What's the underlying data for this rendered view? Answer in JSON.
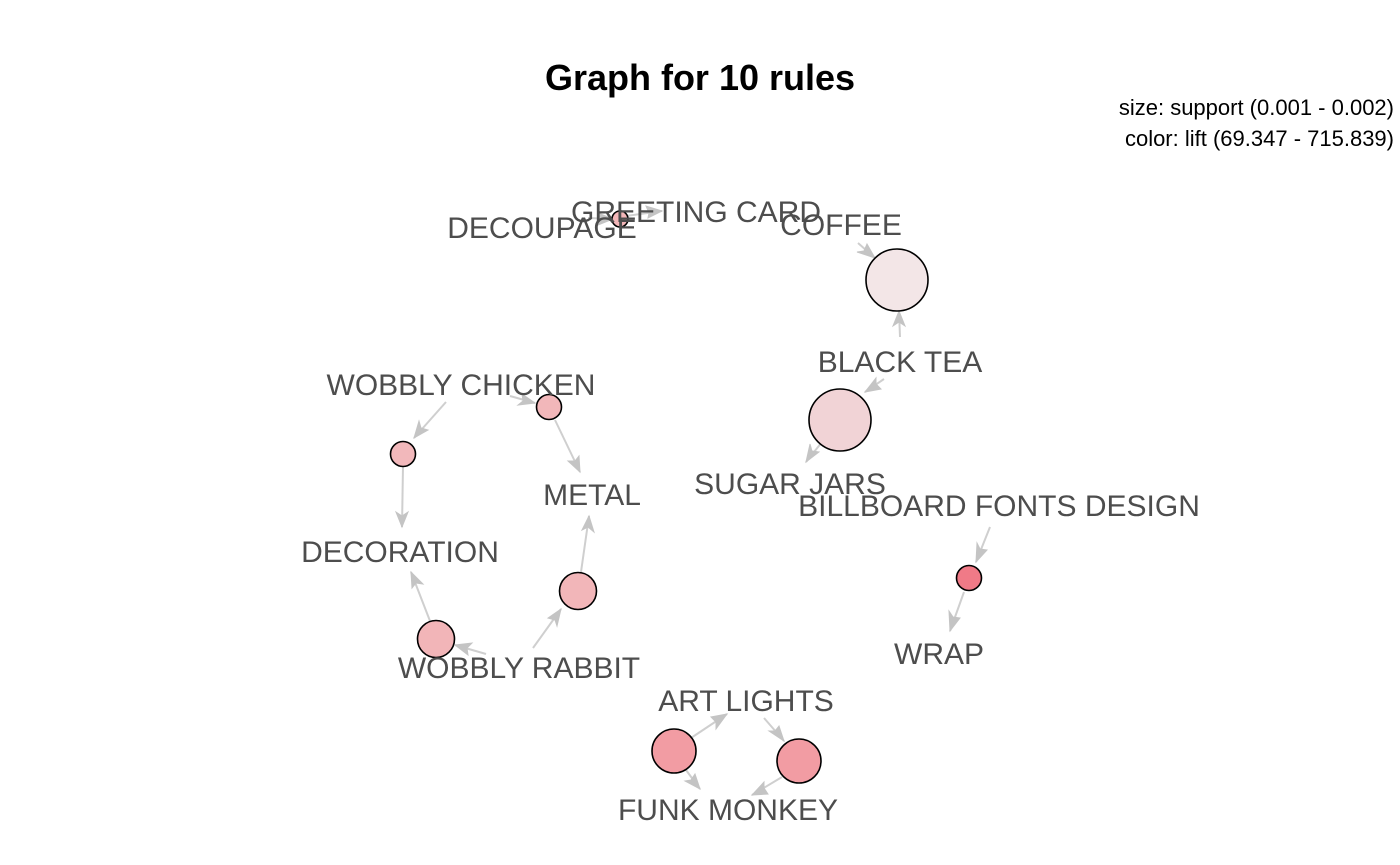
{
  "title": "Graph for 10 rules",
  "legend": {
    "size": "size: support (0.001 - 0.002)",
    "color": "color: lift (69.347 - 715.839)"
  },
  "items": {
    "greeting_card": "GREETING CARD",
    "decoupage": "DECOUPAGE",
    "coffee": "COFFEE",
    "black_tea": "BLACK TEA",
    "sugar_jars": "SUGAR JARS",
    "wobbly_chicken": "WOBBLY CHICKEN",
    "metal": "METAL",
    "decoration": "DECORATION",
    "wobbly_rabbit": "WOBBLY RABBIT",
    "billboard_fonts_design": "BILLBOARD FONTS DESIGN",
    "wrap": "WRAP",
    "art_lights": "ART LIGHTS",
    "funk_monkey": "FUNK MONKEY"
  },
  "colors": {
    "background": "#ffffff",
    "edge": "#cfcfcf",
    "arrow": "#c4c4c4",
    "node_outline": "#000000",
    "label": "#4d4d4d"
  },
  "rules": [
    {
      "lhs": "DECOUPAGE",
      "rhs": "GREETING CARD",
      "fill": "#f2b6b8"
    },
    {
      "lhs": "BLACK TEA",
      "rhs": "COFFEE",
      "fill": "#f3e6e7"
    },
    {
      "lhs": "BLACK TEA",
      "rhs": "SUGAR JARS",
      "fill": "#f1d3d6"
    },
    {
      "lhs": "WOBBLY CHICKEN",
      "rhs": "DECORATION",
      "fill": "#f2b8bb"
    },
    {
      "lhs": "WOBBLY CHICKEN",
      "rhs": "METAL",
      "fill": "#f2b7ba"
    },
    {
      "lhs": "WOBBLY RABBIT",
      "rhs": "METAL",
      "fill": "#f2b6b9"
    },
    {
      "lhs": "WOBBLY RABBIT",
      "rhs": "DECORATION",
      "fill": "#f2b5b8"
    },
    {
      "lhs": "BILLBOARD FONTS DESIGN",
      "rhs": "WRAP",
      "fill": "#f07a87"
    },
    {
      "lhs": "FUNK MONKEY",
      "rhs": "ART LIGHTS",
      "fill": "#f29ca3"
    },
    {
      "lhs": "ART LIGHTS",
      "rhs": "FUNK MONKEY",
      "fill": "#f29ca3"
    }
  ]
}
